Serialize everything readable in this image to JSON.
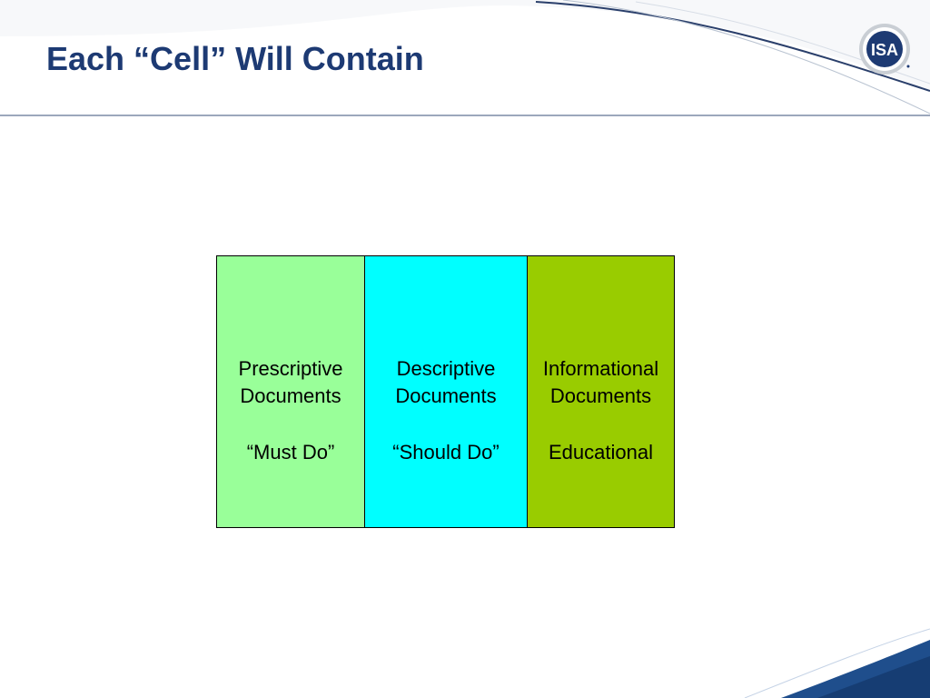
{
  "slide": {
    "title": "Each “Cell” Will Contain",
    "logo": {
      "text": "ISA",
      "icon": "isa-logo-icon",
      "colors": {
        "ring": "#9ea4ab",
        "disc": "#1d3a73",
        "text": "#ffffff"
      }
    }
  },
  "cells": [
    {
      "line1": "Prescriptive",
      "line2": "Documents",
      "descriptor": "“Must Do”",
      "color": "#99ff99"
    },
    {
      "line1": "Descriptive",
      "line2": "Documents",
      "descriptor": "“Should Do”",
      "color": "#00ffff"
    },
    {
      "line1": "Informational",
      "line2": "Documents",
      "descriptor": "Educational",
      "color": "#99cc00"
    }
  ],
  "theme": {
    "title_color": "#1d3a73",
    "accent": "#1f4e8c"
  }
}
